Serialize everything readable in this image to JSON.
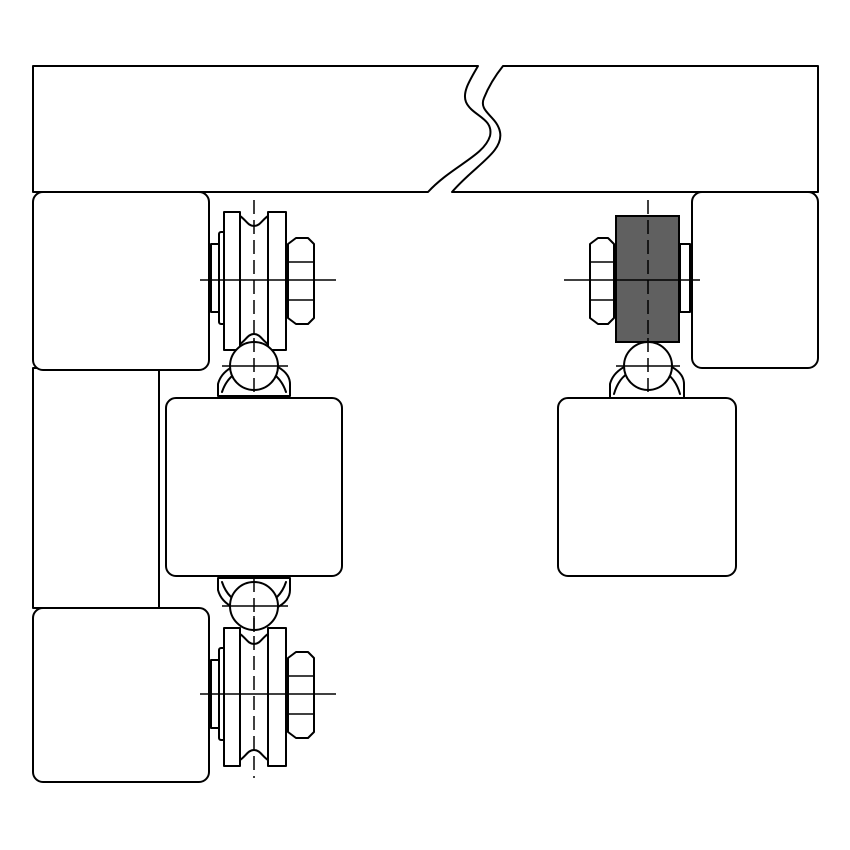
{
  "drawing": {
    "description_text": "",
    "colors": {
      "line": "#000000",
      "background": "#ffffff",
      "highlighted_roller": "#606060"
    },
    "parts": [
      "top-rail-beam",
      "left-rail-segment-upper",
      "left-rail-segment-lower",
      "left-rail-vertical-beam",
      "right-rail-segment",
      "roller-assembly-upper-left",
      "roller-assembly-lower-left",
      "roller-assembly-right-highlighted",
      "carriage-block-left",
      "carriage-block-right"
    ]
  }
}
